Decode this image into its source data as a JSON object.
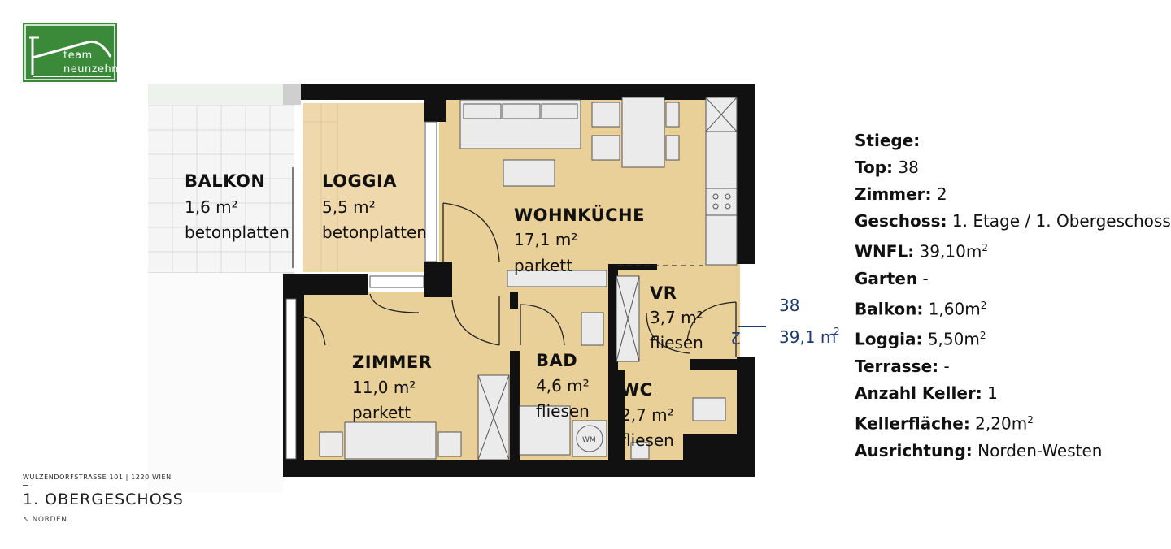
{
  "logo": {
    "line1": "team",
    "line2": "neunzehn",
    "color": "#3b8a3a"
  },
  "rooms": [
    {
      "id": "balkon",
      "name": "BALKON",
      "area": "1,6 m²",
      "floor": "betonplatten"
    },
    {
      "id": "loggia",
      "name": "LOGGIA",
      "area": "5,5 m²",
      "floor": "betonplatten"
    },
    {
      "id": "wohnkueche",
      "name": "WOHNKÜCHE",
      "area": "17,1 m²",
      "floor": "parkett"
    },
    {
      "id": "vr",
      "name": "VR",
      "area": "3,7 m²",
      "floor": "fliesen"
    },
    {
      "id": "zimmer",
      "name": "ZIMMER",
      "area": "11,0 m²",
      "floor": "parkett"
    },
    {
      "id": "bad",
      "name": "BAD",
      "area": "4,6 m²",
      "floor": "fliesen"
    },
    {
      "id": "wc",
      "name": "WC",
      "area": "2,7 m²",
      "floor": "fliesen"
    }
  ],
  "fixtures": {
    "washer": "WM",
    "door_number": "2"
  },
  "unit": {
    "number": "38",
    "area": "39,1 m",
    "area_sup": "2"
  },
  "info": [
    {
      "key": "Stiege:",
      "value": ""
    },
    {
      "key": "Top:",
      "value": " 38"
    },
    {
      "key": "Zimmer:",
      "value": " 2"
    },
    {
      "key": "Geschoss:",
      "value": " 1. Etage / 1. Obergeschoss"
    },
    {
      "key": "WNFL:",
      "value": " 39,10m",
      "sup": "2"
    },
    {
      "key": "Garten",
      "value": " -"
    },
    {
      "key": "Balkon:",
      "value": " 1,60m",
      "sup": "2"
    },
    {
      "key": "Loggia:",
      "value": " 5,50m",
      "sup": "2"
    },
    {
      "key": "Terrasse:",
      "value": " -"
    },
    {
      "key": "Anzahl Keller:",
      "value": " 1"
    },
    {
      "key": "Kellerfläche:",
      "value": " 2,20m",
      "sup": "2"
    },
    {
      "key": "Ausrichtung:",
      "value": " Norden-Westen"
    }
  ],
  "footer": {
    "address": "WULZENDORFSTRASSE 101 | 1220 WIEN",
    "floor": "1. OBERGESCHOSS",
    "north": "↖ NORDEN"
  },
  "colors": {
    "wall": "#111111",
    "floor_wood": "#e9cf98",
    "floor_loggia": "#efd9ac",
    "balcony_tile": "#f4f5f4",
    "unit_blue": "#1f3a6e"
  }
}
